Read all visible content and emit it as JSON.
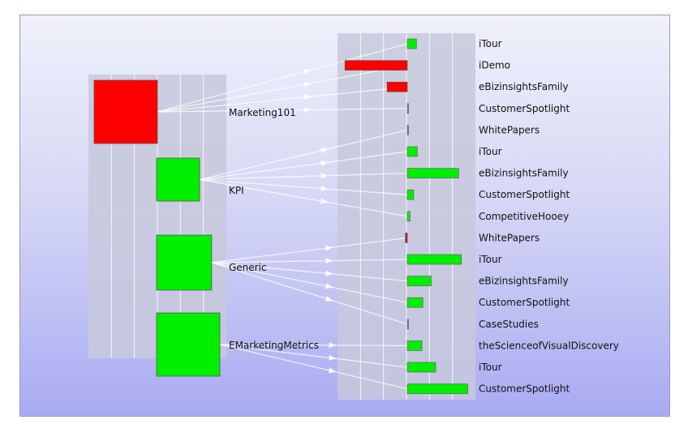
{
  "chart_data": {
    "type": "bar",
    "title": "",
    "grid": true,
    "left_panel": {
      "groups": [
        {
          "name": "Marketing101",
          "color": "#ff0000",
          "size": 1.0
        },
        {
          "name": "KPI",
          "color": "#00ee00",
          "size": 0.68
        },
        {
          "name": "Generic",
          "color": "#00ee00",
          "size": 0.87
        },
        {
          "name": "EMarketingMetrics",
          "color": "#00ee00",
          "size": 1.0
        }
      ]
    },
    "right_panel": {
      "zero_value": 0,
      "xlim": [
        -7,
        7
      ],
      "items": [
        {
          "label": "iTour",
          "group": "Marketing101",
          "value": 1.0,
          "color": "#00ee00"
        },
        {
          "label": "iDemo",
          "group": "Marketing101",
          "value": -6.8,
          "color": "#ff0000"
        },
        {
          "label": "eBizinsightsFamily",
          "group": "Marketing101",
          "value": -2.2,
          "color": "#ff0000"
        },
        {
          "label": "CustomerSpotlight",
          "group": "Marketing101",
          "value": 0.05,
          "color": "#888888"
        },
        {
          "label": "WhitePapers",
          "group": "KPI",
          "value": 0.05,
          "color": "#888888"
        },
        {
          "label": "iTour",
          "group": "KPI",
          "value": 1.1,
          "color": "#00ee00"
        },
        {
          "label": "eBizinsightsFamily",
          "group": "KPI",
          "value": 5.6,
          "color": "#00ee00"
        },
        {
          "label": "CustomerSpotlight",
          "group": "KPI",
          "value": 0.7,
          "color": "#00ee00"
        },
        {
          "label": "CompetitiveHooey",
          "group": "KPI",
          "value": 0.3,
          "color": "#00ee00"
        },
        {
          "label": "WhitePapers",
          "group": "Generic",
          "value": -0.2,
          "color": "#dd0000"
        },
        {
          "label": "iTour",
          "group": "Generic",
          "value": 5.9,
          "color": "#00ee00"
        },
        {
          "label": "eBizinsightsFamily",
          "group": "Generic",
          "value": 2.6,
          "color": "#00ee00"
        },
        {
          "label": "CustomerSpotlight",
          "group": "Generic",
          "value": 1.7,
          "color": "#00ee00"
        },
        {
          "label": "CaseStudies",
          "group": "Generic",
          "value": 0.05,
          "color": "#888888"
        },
        {
          "label": "theScienceofVisualDiscovery",
          "group": "EMarketingMetrics",
          "value": 1.6,
          "color": "#00ee00"
        },
        {
          "label": "iTour",
          "group": "EMarketingMetrics",
          "value": 3.1,
          "color": "#00ee00"
        },
        {
          "label": "CustomerSpotlight",
          "group": "EMarketingMetrics",
          "value": 6.6,
          "color": "#00ee00"
        }
      ]
    }
  }
}
